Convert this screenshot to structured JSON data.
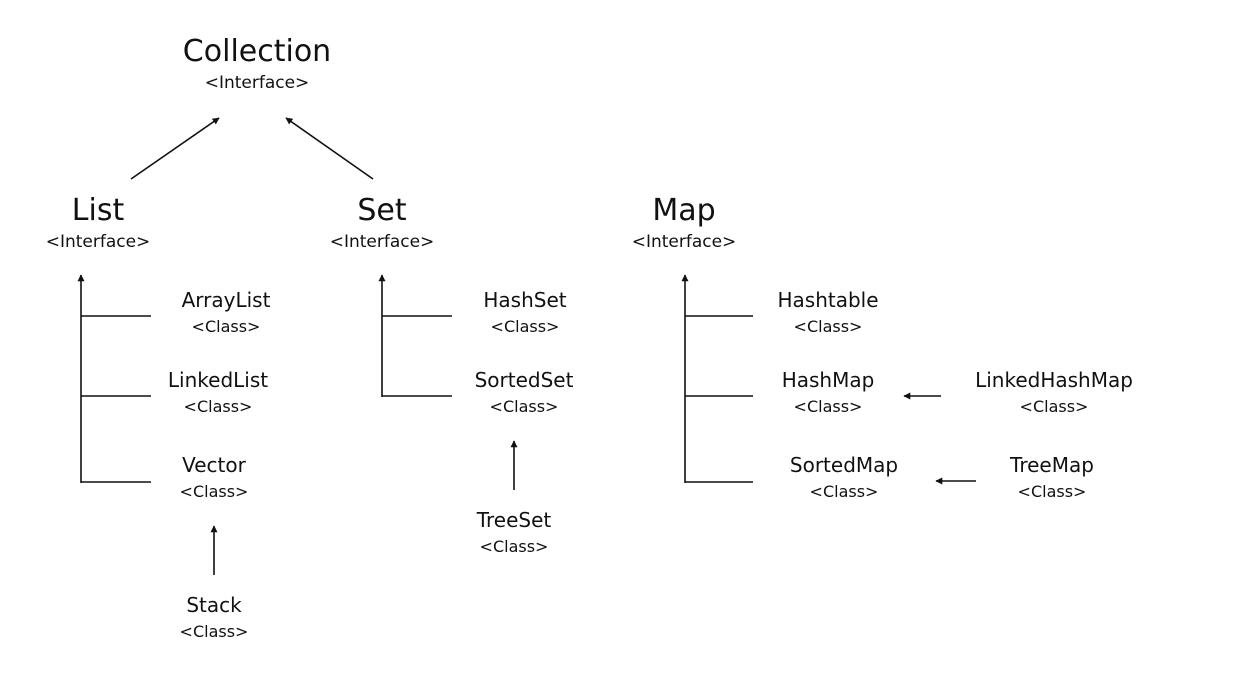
{
  "nodes": {
    "collection": {
      "name": "Collection",
      "kind": "<Interface>"
    },
    "list": {
      "name": "List",
      "kind": "<Interface>"
    },
    "set": {
      "name": "Set",
      "kind": "<Interface>"
    },
    "map": {
      "name": "Map",
      "kind": "<Interface>"
    },
    "arraylist": {
      "name": "ArrayList",
      "kind": "<Class>"
    },
    "linkedlist": {
      "name": "LinkedList",
      "kind": "<Class>"
    },
    "vector": {
      "name": "Vector",
      "kind": "<Class>"
    },
    "stack": {
      "name": "Stack",
      "kind": "<Class>"
    },
    "hashset": {
      "name": "HashSet",
      "kind": "<Class>"
    },
    "sortedset": {
      "name": "SortedSet",
      "kind": "<Class>"
    },
    "treeset": {
      "name": "TreeSet",
      "kind": "<Class>"
    },
    "hashtable": {
      "name": "Hashtable",
      "kind": "<Class>"
    },
    "hashmap": {
      "name": "HashMap",
      "kind": "<Class>"
    },
    "linkedhashmap": {
      "name": "LinkedHashMap",
      "kind": "<Class>"
    },
    "sortedmap": {
      "name": "SortedMap",
      "kind": "<Class>"
    },
    "treemap": {
      "name": "TreeMap",
      "kind": "<Class>"
    }
  },
  "edges": [
    {
      "from": "list",
      "to": "collection"
    },
    {
      "from": "set",
      "to": "collection"
    },
    {
      "from": "arraylist",
      "to": "list"
    },
    {
      "from": "linkedlist",
      "to": "list"
    },
    {
      "from": "vector",
      "to": "list"
    },
    {
      "from": "stack",
      "to": "vector"
    },
    {
      "from": "hashset",
      "to": "set"
    },
    {
      "from": "sortedset",
      "to": "set"
    },
    {
      "from": "treeset",
      "to": "sortedset"
    },
    {
      "from": "hashtable",
      "to": "map"
    },
    {
      "from": "hashmap",
      "to": "map"
    },
    {
      "from": "sortedmap",
      "to": "map"
    },
    {
      "from": "linkedhashmap",
      "to": "hashmap"
    },
    {
      "from": "treemap",
      "to": "sortedmap"
    }
  ]
}
